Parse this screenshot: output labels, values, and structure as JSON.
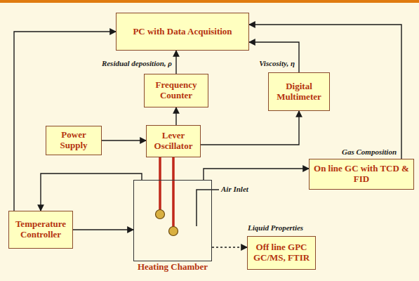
{
  "diagram": {
    "nodes": [
      {
        "text": [
          "PC with Data Acquisition"
        ]
      },
      {
        "text": [
          "Frequency Counter"
        ]
      },
      {
        "text": [
          "Digital Multimeter"
        ]
      },
      {
        "text": [
          "Power Supply"
        ]
      },
      {
        "text": [
          "Lever Oscillator"
        ]
      },
      {
        "text": [
          "On line GC with TCD & FID"
        ]
      },
      {
        "text": [
          "Temperature Controller"
        ]
      },
      {
        "text": [
          "Heating Chamber"
        ]
      },
      {
        "text": [
          "Off line GPC GC/MS, FTIR"
        ]
      }
    ],
    "edges": [
      {
        "from": 1,
        "to": 0,
        "label": "Residual deposition, ρ",
        "arrow": "to"
      },
      {
        "from": 2,
        "to": 0,
        "label": "Viscosity, η",
        "arrow": "to"
      },
      {
        "from": 3,
        "to": 4,
        "arrow": "to"
      },
      {
        "from": 4,
        "to": 1,
        "arrow": "to"
      },
      {
        "from": 4,
        "to": 2,
        "arrow": "to"
      },
      {
        "from": 7,
        "to": 5,
        "arrow": "to"
      },
      {
        "from": 7,
        "to": 8,
        "arrow": "to"
      },
      {
        "from": 6,
        "to": 0,
        "arrow": "to"
      },
      {
        "from": 6,
        "to": 7,
        "arrow": "to"
      },
      {
        "from": 7,
        "to": 6,
        "arrow": "to"
      },
      {
        "from": 5,
        "to": 0,
        "arrow": "to"
      }
    ],
    "labels": [
      "Gas Composition",
      "Air Inlet",
      "Liquid Properties"
    ]
  }
}
